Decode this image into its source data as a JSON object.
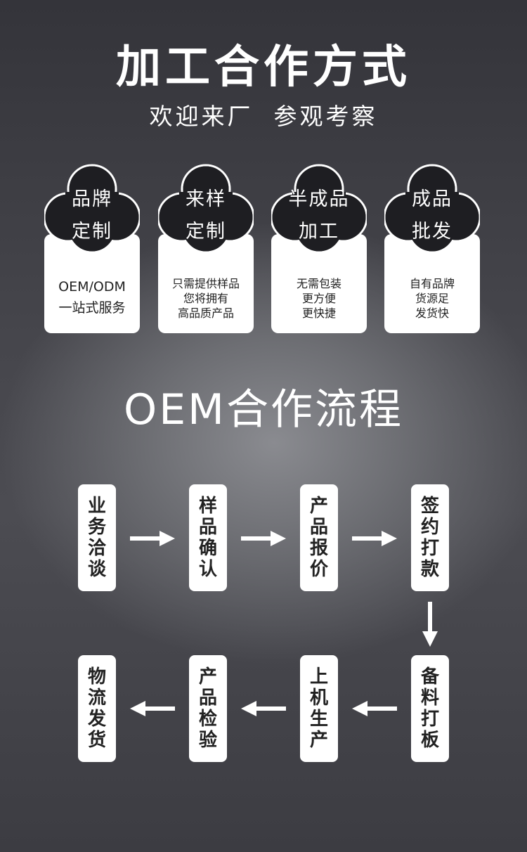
{
  "header": {
    "title": "加工合作方式",
    "subtitle": "欢迎来厂  参观考察"
  },
  "cards": [
    {
      "head": [
        "品牌",
        "定制"
      ],
      "desc": [
        "OEM/ODM",
        "一站式服务"
      ]
    },
    {
      "head": [
        "来样",
        "定制"
      ],
      "desc": [
        "只需提供样品",
        "您将拥有",
        "高品质产品"
      ]
    },
    {
      "head": [
        "半成品",
        "加工"
      ],
      "desc": [
        "无需包装",
        "更方便",
        "更快捷"
      ]
    },
    {
      "head": [
        "成品",
        "批发"
      ],
      "desc": [
        "自有品牌",
        "货源足",
        "发货快"
      ]
    }
  ],
  "process": {
    "title": "OEM合作流程",
    "row1": [
      [
        "业",
        "务",
        "洽",
        "谈"
      ],
      [
        "样",
        "品",
        "确",
        "认"
      ],
      [
        "产",
        "品",
        "报",
        "价"
      ],
      [
        "签",
        "约",
        "打",
        "款"
      ]
    ],
    "row2": [
      [
        "物",
        "流",
        "发",
        "货"
      ],
      [
        "产",
        "品",
        "检",
        "验"
      ],
      [
        "上",
        "机",
        "生",
        "产"
      ],
      [
        "备",
        "料",
        "打",
        "板"
      ]
    ]
  },
  "colors": {
    "cloud": "#1e1e22",
    "card": "#ffffff",
    "arrow": "#ffffff"
  }
}
